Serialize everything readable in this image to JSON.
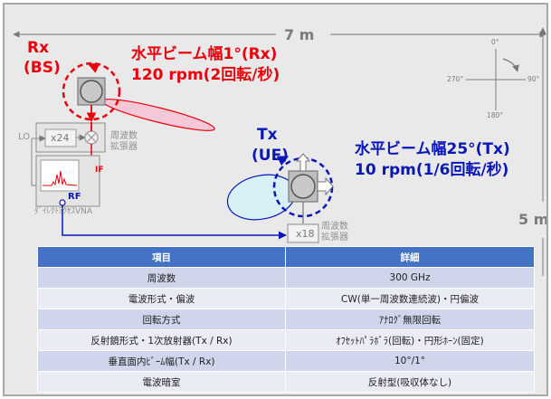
{
  "colors": {
    "rx": "#e8000a",
    "tx": "#0a17b8",
    "table_header": "#4472c4"
  },
  "dims": {
    "width": "7 m",
    "height": "5 m"
  },
  "rx": {
    "label": "Rx",
    "sub": "(BS)",
    "beam": "水平ビーム幅1°(Rx)",
    "speed": "120 rpm(2回転/秒)"
  },
  "tx": {
    "label": "Tx",
    "sub": "(UE)",
    "beam": "水平ビーム幅25°(Tx)",
    "speed": "10 rpm(1/6回転/秒)"
  },
  "compass": {
    "top": "0°",
    "right": "90°",
    "bottom": "180°",
    "left": "270°"
  },
  "equipment": {
    "lo": "LO",
    "x24": "x24",
    "x18": "x18",
    "rx_extender": "周波数\n拡張器",
    "tx_extender": "周波数\n拡張器",
    "if": "IF",
    "rf": "RF",
    "vna": "ﾀﾞｲﾚｸﾄｱｸｾｽVNA"
  },
  "table": {
    "headers": [
      "項目",
      "詳細"
    ],
    "rows": [
      [
        "周波数",
        "300 GHz"
      ],
      [
        "電波形式・偏波",
        "CW(単一周波数連続波)・円偏波"
      ],
      [
        "回転方式",
        "ｱﾅﾛｸﾞ無限回転"
      ],
      [
        "反射鏡形式・1次放射器(Tx / Rx)",
        "ｵﾌｾｯﾄﾊﾟﾗﾎﾞﾗ(回転)・円形ﾎｰﾝ(固定)"
      ],
      [
        "垂直面内ﾋﾞｰﾑ幅(Tx / Rx)",
        "10°/1°"
      ],
      [
        "電波暗室",
        "反射型(吸収体なし)"
      ]
    ]
  }
}
